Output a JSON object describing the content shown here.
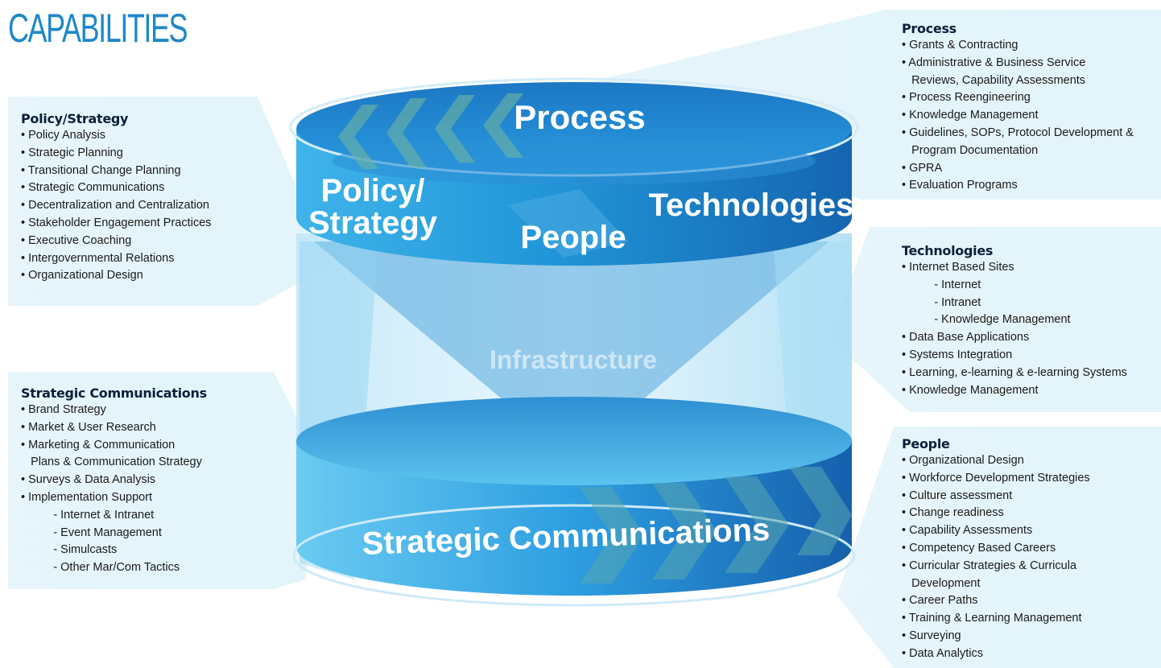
{
  "title": "CAPABILITIES",
  "colors": {
    "title": "#1f88c8",
    "band_dark": "#1a6fb8",
    "band_light": "#5cc3ee",
    "panel": "#e3f3fb"
  },
  "cylinder": {
    "top_labels": {
      "process": "Process",
      "policy_line1": "Policy/",
      "policy_line2": "Strategy",
      "technologies": "Technologies",
      "people": "People"
    },
    "middle_label": "Infrastructure",
    "bottom_label": "Strategic Communications"
  },
  "panels": {
    "policy": {
      "heading": "Policy/Strategy",
      "items": [
        "• Policy Analysis",
        "• Strategic Planning",
        "• Transitional Change Planning",
        "• Strategic Communications",
        "• Decentralization and Centralization",
        "• Stakeholder Engagement Practices",
        "• Executive Coaching",
        "• Intergovernmental Relations",
        "• Organizational Design"
      ]
    },
    "strategic": {
      "heading": "Strategic Communications",
      "items": [
        "• Brand Strategy",
        "• Market & User Research",
        "• Marketing & Communication",
        "   Plans & Communication Strategy",
        "• Surveys & Data Analysis",
        "• Implementation Support",
        "          - Internet & Intranet",
        "          - Event Management",
        "          - Simulcasts",
        "          - Other Mar/Com Tactics"
      ]
    },
    "process": {
      "heading": "Process",
      "items": [
        "• Grants & Contracting",
        "• Administrative & Business Service",
        "   Reviews, Capability Assessments",
        "• Process Reengineering",
        "• Knowledge Management",
        "• Guidelines, SOPs, Protocol Development &",
        "   Program Documentation",
        "• GPRA",
        "• Evaluation Programs"
      ]
    },
    "technologies": {
      "heading": "Technologies",
      "items": [
        "• Internet Based Sites",
        "          - Internet",
        "          - Intranet",
        "          - Knowledge Management",
        "• Data Base Applications",
        "• Systems Integration",
        "• Learning, e-learning & e-learning Systems",
        "• Knowledge Management"
      ]
    },
    "people": {
      "heading": "People",
      "items": [
        "• Organizational Design",
        "• Workforce Development Strategies",
        "• Culture assessment",
        "• Change readiness",
        "• Capability Assessments",
        "• Competency Based Careers",
        "• Curricular Strategies & Curricula",
        "   Development",
        "• Career Paths",
        "• Training & Learning Management",
        "• Surveying",
        "• Data Analytics"
      ]
    }
  }
}
